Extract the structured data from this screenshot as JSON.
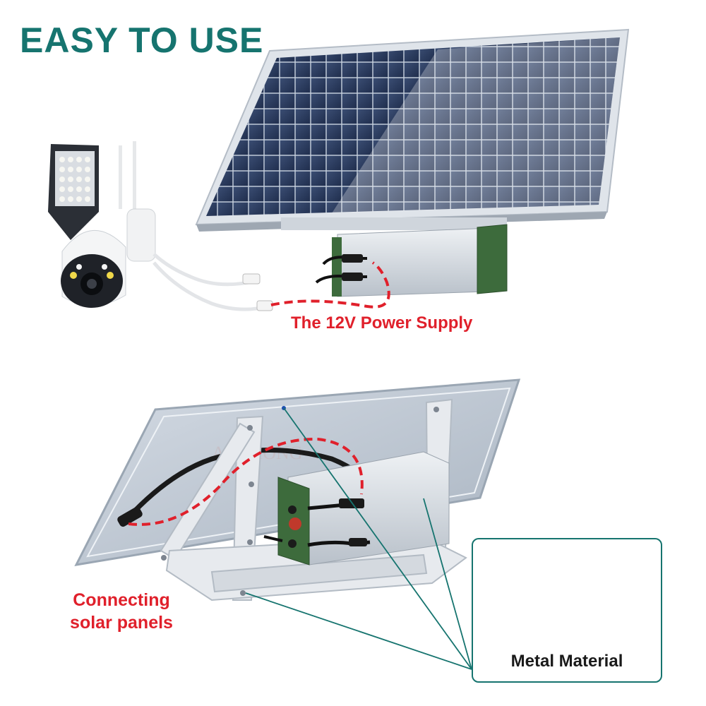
{
  "headline": "EASY TO USE",
  "callouts": {
    "power_supply": "The 12V Power Supply",
    "connecting_line1": "Connecting",
    "connecting_line2": "solar panels",
    "metal": "Metal Material"
  },
  "watermark": "AOZHONG",
  "colors": {
    "headline": "#16746f",
    "accent_red": "#e0202b",
    "panel_cell": "#2d3f63",
    "frame": "#c9d0d8"
  }
}
